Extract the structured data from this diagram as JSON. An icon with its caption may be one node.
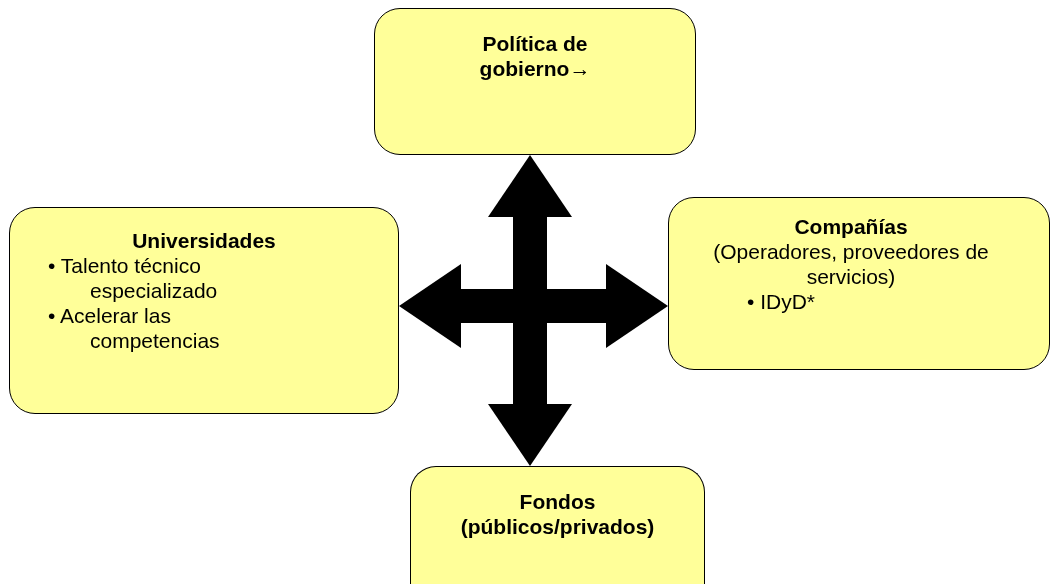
{
  "diagram": {
    "nodes": [
      {
        "text": [
          "Política de gobierno→"
        ]
      },
      {
        "text": [
          "Universidades",
          "• Talento técnico especializado",
          "• Acelerar las competencias"
        ]
      },
      {
        "text": [
          "Compañías",
          "(Operadores, proveedores de servicios)",
          "• IDyD*"
        ]
      },
      {
        "text": [
          "Fondos (públicos/privados)"
        ]
      }
    ],
    "edges": [
      {
        "from": 0,
        "to": 3,
        "arrow": "both"
      },
      {
        "from": 1,
        "to": 2,
        "arrow": "both"
      }
    ]
  }
}
